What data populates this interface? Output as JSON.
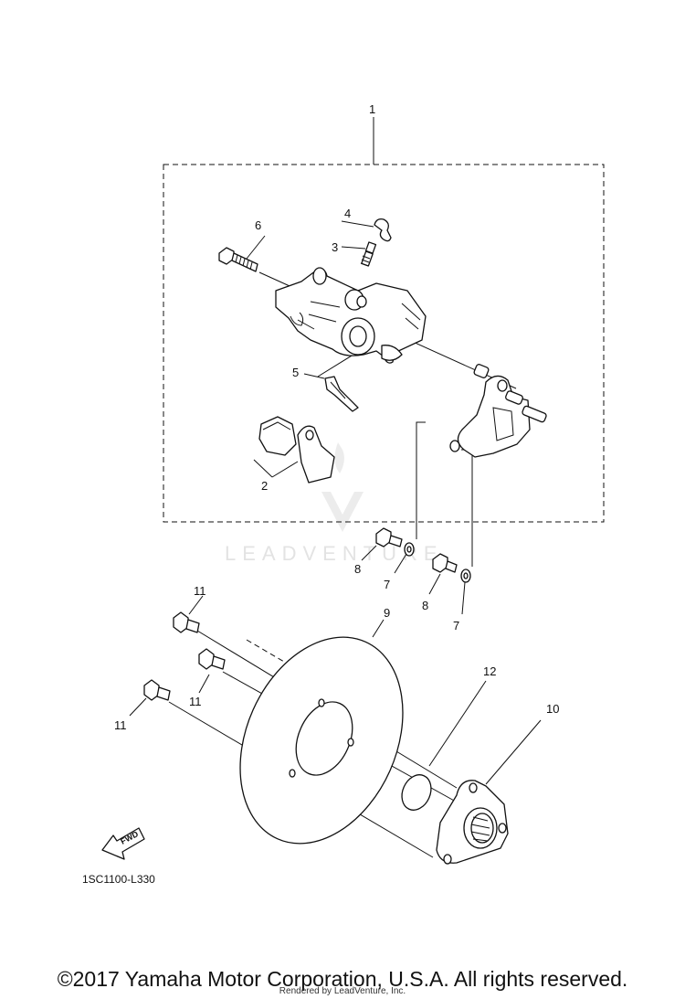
{
  "diagram": {
    "part_code": "1SC1100-L330",
    "fwd_label": "FWD",
    "watermark": "LEADVENTURE",
    "callouts": {
      "c1": "1",
      "c2": "2",
      "c3": "3",
      "c4": "4",
      "c5": "5",
      "c6": "6",
      "c7a": "7",
      "c7b": "7",
      "c8a": "8",
      "c8b": "8",
      "c9": "9",
      "c10": "10",
      "c11a": "11",
      "c11b": "11",
      "c11c": "11",
      "c12": "12"
    }
  },
  "footer": {
    "copyright": "©2017 Yamaha Motor Corporation, U.S.A. All rights reserved.",
    "rendered_by": "Rendered by LeadVenture, Inc."
  }
}
